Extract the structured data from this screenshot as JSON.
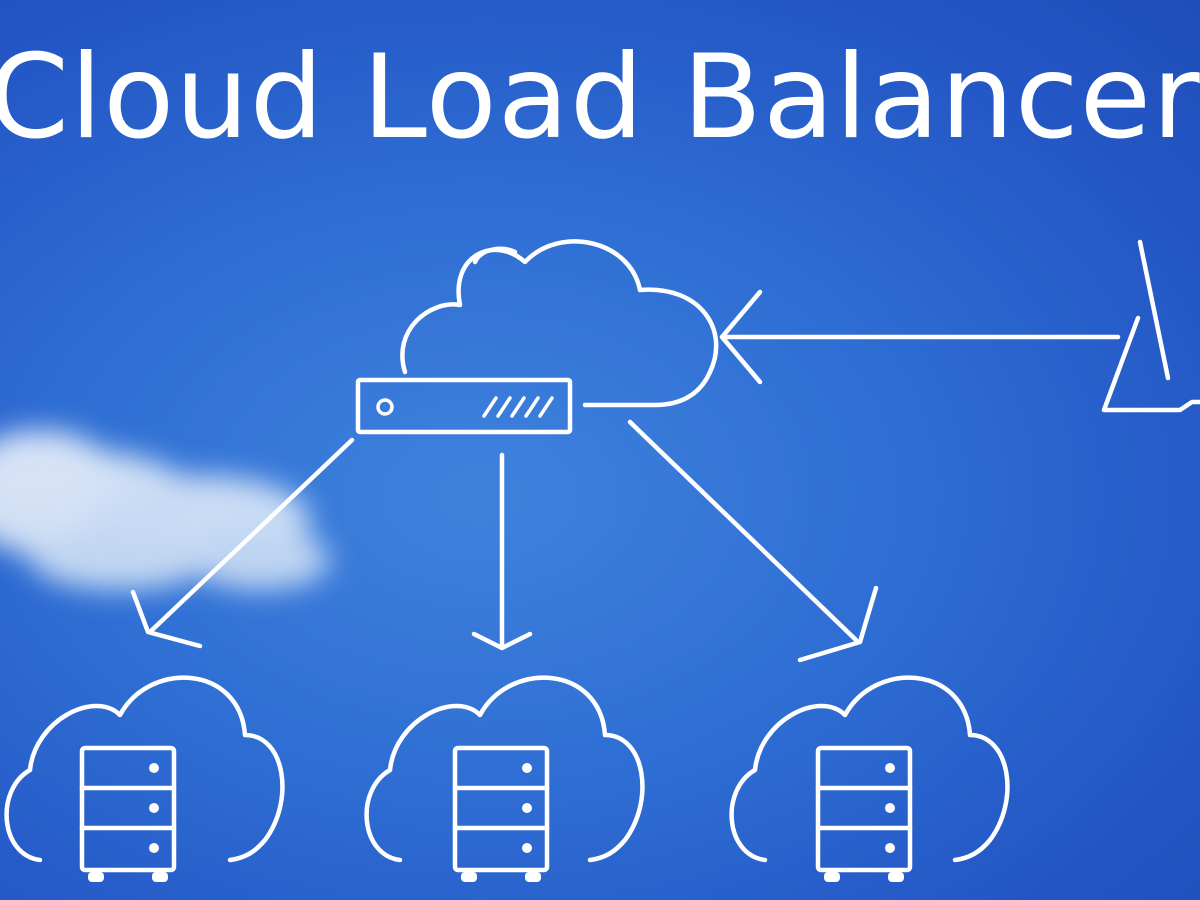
{
  "diagram": {
    "title": "Cloud Load Balancer",
    "colors": {
      "background": "#2f6fd4",
      "stroke": "#ffffff"
    },
    "nodes": [
      {
        "id": "load-balancer",
        "icon": "load-balancer-cloud-icon"
      },
      {
        "id": "client",
        "icon": "desktop-monitor-icon"
      },
      {
        "id": "server-1",
        "icon": "cloud-server-icon"
      },
      {
        "id": "server-2",
        "icon": "cloud-server-icon"
      },
      {
        "id": "server-3",
        "icon": "cloud-server-icon"
      }
    ],
    "edges": [
      {
        "from": "client",
        "to": "load-balancer"
      },
      {
        "from": "load-balancer",
        "to": "server-1"
      },
      {
        "from": "load-balancer",
        "to": "server-2"
      },
      {
        "from": "load-balancer",
        "to": "server-3"
      }
    ]
  }
}
